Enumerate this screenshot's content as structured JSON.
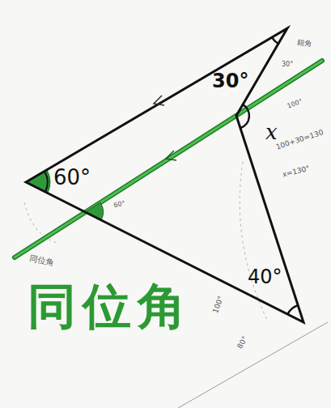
{
  "diagram": {
    "labels": [
      "30°",
      "x",
      "60°",
      "40°",
      "錯角",
      "30°",
      "100°",
      "100+30=130",
      "x=130°",
      "60°",
      "同位角",
      "100°",
      "80°",
      "同位角"
    ]
  }
}
